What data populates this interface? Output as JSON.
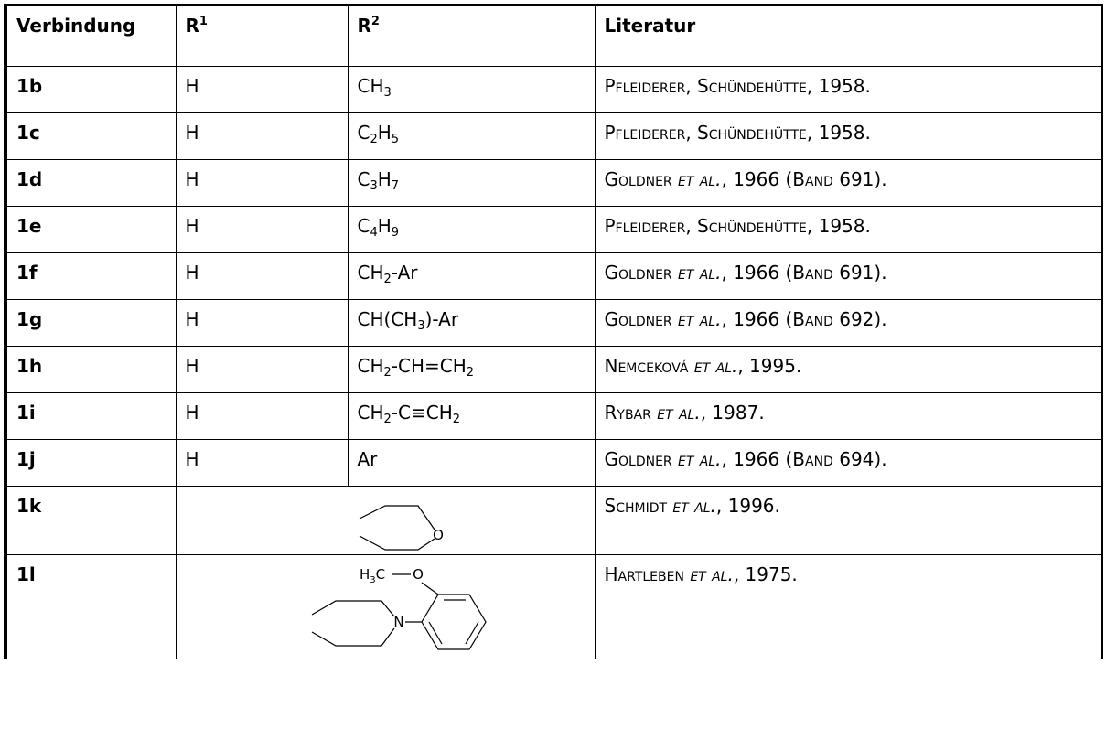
{
  "header": {
    "verbindung": "Verbindung",
    "r1": "R",
    "r1_sup": "1",
    "r2": "R",
    "r2_sup": "2",
    "literatur": "Literatur"
  },
  "rows": [
    {
      "id": "1b",
      "r1": "H",
      "r2": [
        [
          "CH"
        ],
        [
          "3",
          "sub"
        ]
      ],
      "lit": [
        [
          "Pfleiderer",
          "sc"
        ],
        [
          ", "
        ],
        [
          "Schündehütte",
          "sc"
        ],
        [
          ", 1958."
        ]
      ]
    },
    {
      "id": "1c",
      "r1": "H",
      "r2": [
        [
          "C"
        ],
        [
          "2",
          "sub"
        ],
        [
          "H"
        ],
        [
          "5",
          "sub"
        ]
      ],
      "lit": [
        [
          "Pfleiderer",
          "sc"
        ],
        [
          ", "
        ],
        [
          "Schündehütte",
          "sc"
        ],
        [
          ", 1958."
        ]
      ]
    },
    {
      "id": "1d",
      "r1": "H",
      "r2": [
        [
          "C"
        ],
        [
          "3",
          "sub"
        ],
        [
          "H"
        ],
        [
          "7",
          "sub"
        ]
      ],
      "lit": [
        [
          "Goldner",
          "sc"
        ],
        [
          " "
        ],
        [
          "et al.",
          "scit"
        ],
        [
          ", 1966 ("
        ],
        [
          "Band",
          "sc"
        ],
        [
          " 691)."
        ]
      ]
    },
    {
      "id": "1e",
      "r1": "H",
      "r2": [
        [
          "C"
        ],
        [
          "4",
          "sub"
        ],
        [
          "H"
        ],
        [
          "9",
          "sub"
        ]
      ],
      "lit": [
        [
          "Pfleiderer",
          "sc"
        ],
        [
          ", "
        ],
        [
          "Schündehütte",
          "sc"
        ],
        [
          ", 1958."
        ]
      ]
    },
    {
      "id": "1f",
      "r1": "H",
      "r2": [
        [
          "CH"
        ],
        [
          "2",
          "sub"
        ],
        [
          "-Ar"
        ]
      ],
      "lit": [
        [
          "Goldner",
          "sc"
        ],
        [
          " "
        ],
        [
          "et al.",
          "scit"
        ],
        [
          ", 1966 ("
        ],
        [
          "Band",
          "sc"
        ],
        [
          " 691)."
        ]
      ]
    },
    {
      "id": "1g",
      "r1": "H",
      "r2": [
        [
          "CH(CH"
        ],
        [
          "3",
          "sub"
        ],
        [
          ")-Ar"
        ]
      ],
      "lit": [
        [
          "Goldner",
          "sc"
        ],
        [
          " "
        ],
        [
          "et al.",
          "scit"
        ],
        [
          ", 1966 ("
        ],
        [
          "Band",
          "sc"
        ],
        [
          " 692)."
        ]
      ]
    },
    {
      "id": "1h",
      "r1": "H",
      "r2": [
        [
          "CH"
        ],
        [
          "2",
          "sub"
        ],
        [
          "-CH=CH"
        ],
        [
          "2",
          "sub"
        ]
      ],
      "lit": [
        [
          "Nemceková",
          "sc"
        ],
        [
          " "
        ],
        [
          "et al.",
          "scit"
        ],
        [
          ", 1995."
        ]
      ]
    },
    {
      "id": "1i",
      "r1": "H",
      "r2": [
        [
          "CH"
        ],
        [
          "2",
          "sub"
        ],
        [
          "-C≡CH"
        ],
        [
          "2",
          "sub"
        ]
      ],
      "lit": [
        [
          "Rybar",
          "sc"
        ],
        [
          " "
        ],
        [
          "et al.",
          "scit"
        ],
        [
          ", 1987."
        ]
      ]
    },
    {
      "id": "1j",
      "r1": "H",
      "r2": [
        [
          "Ar"
        ]
      ],
      "lit": [
        [
          "Goldner",
          "sc"
        ],
        [
          " "
        ],
        [
          "et al.",
          "scit"
        ],
        [
          ", 1966 ("
        ],
        [
          "Band",
          "sc"
        ],
        [
          " 694)."
        ]
      ]
    }
  ],
  "row_k": {
    "id": "1k",
    "atom_o": "O",
    "lit": [
      [
        "Schmidt",
        "sc"
      ],
      [
        " "
      ],
      [
        "et al.",
        "scit"
      ],
      [
        ", 1996."
      ]
    ]
  },
  "row_l": {
    "id": "1l",
    "h3c": "H",
    "h3c_sub": "3",
    "h3c_c": "C",
    "atom_o": "O",
    "atom_n": "N",
    "lit": [
      [
        "Hartleben",
        "sc"
      ],
      [
        " "
      ],
      [
        "et al.",
        "scit"
      ],
      [
        ", 1975."
      ]
    ]
  }
}
